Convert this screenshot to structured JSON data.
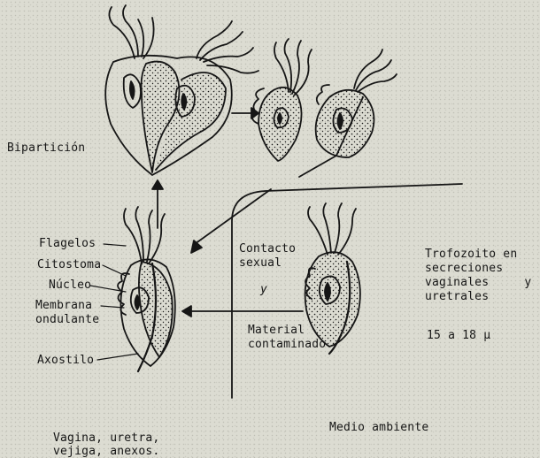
{
  "labels": {
    "biparticion": "Bipartición",
    "flagelos": "Flagelos",
    "citostoma": "Citostoma",
    "nucleo": "Núcleo",
    "membrana_1": "Membrana",
    "membrana_2": "ondulante",
    "axostilo": "Axostilo",
    "contacto_1": "Contacto",
    "contacto_2": "sexual",
    "y": "y",
    "material_1": "Material",
    "material_2": "contaminado",
    "trofozoito_1": "Trofozoito en",
    "trofozoito_2": "secreciones",
    "trofozoito_3": "vaginales     y",
    "trofozoito_4": "uretrales",
    "size": "15 a 18 µ",
    "medio": "Medio ambiente",
    "vagina_1": "Vagina, uretra,",
    "vagina_2": "vejiga, anexos."
  },
  "colors": {
    "ink": "#161616",
    "paper": "#dcdcd2"
  },
  "icons": [
    "arrow-right-icon",
    "arrow-up-icon",
    "arrow-down-left-icon",
    "arrow-left-icon"
  ]
}
